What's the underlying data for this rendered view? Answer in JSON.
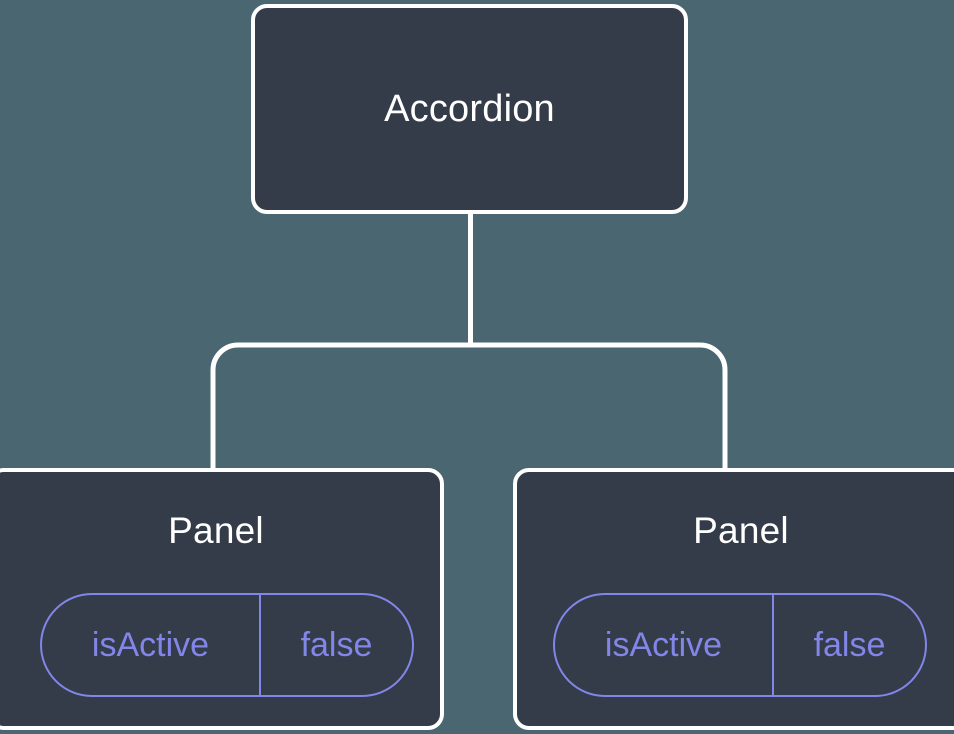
{
  "diagram": {
    "background_color": "#4a6670",
    "node_fill_color": "#343b49",
    "node_border_color": "#ffffff",
    "node_text_color": "#ffffff",
    "pill_color": "#8286e8",
    "connector_color": "#ffffff",
    "root": {
      "label": "Accordion"
    },
    "children": [
      {
        "label": "Panel",
        "prop": {
          "key": "isActive",
          "value": "false"
        }
      },
      {
        "label": "Panel",
        "prop": {
          "key": "isActive",
          "value": "false"
        }
      }
    ]
  }
}
